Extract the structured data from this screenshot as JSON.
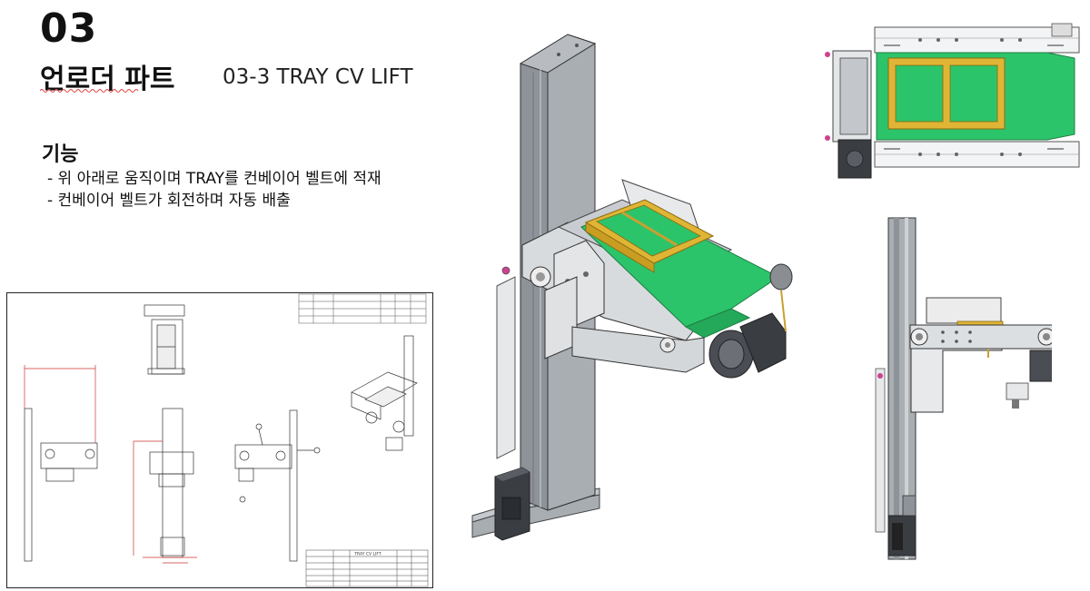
{
  "header": {
    "section_number": "03",
    "title": "언로더 파트",
    "subtitle": "03-3 TRAY CV LIFT"
  },
  "function": {
    "heading": "기능",
    "bullets": [
      "- 위 아래로 움직이며 TRAY를 컨베이어 벨트에 적재",
      "- 컨베이어 벨트가 회전하며 자동 배출"
    ]
  },
  "colors": {
    "belt_green": "#2cc46a",
    "tray_frame": "#e0b535",
    "frame_gray": "#b9bcc0",
    "column_gray": "#8e9399",
    "motor_dark": "#3a3d42"
  },
  "drawing": {
    "title_block_label": "TRAY CV LIFT"
  }
}
